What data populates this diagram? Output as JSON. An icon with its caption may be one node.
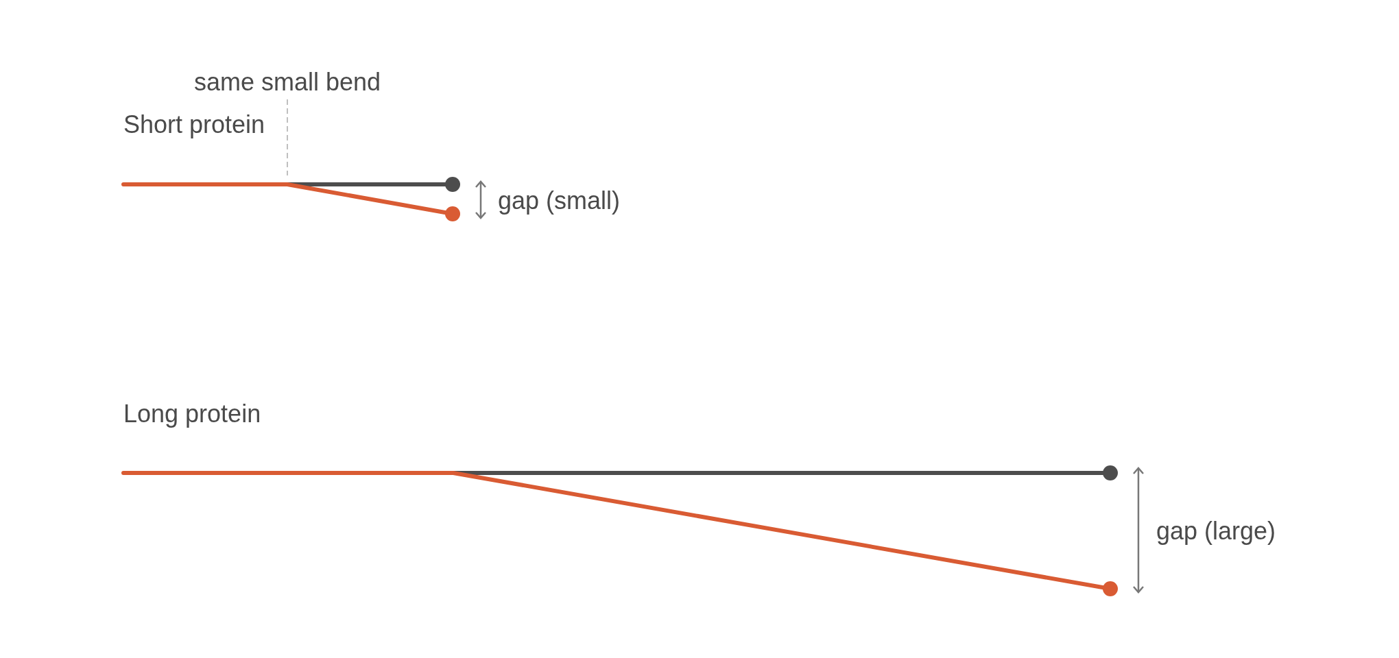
{
  "diagram": {
    "nodes": [
      {
        "text": [
          "same small bend"
        ]
      },
      {
        "text": [],
        "shape": "picture"
      }
    ],
    "edges": [
      {
        "from": 0,
        "to": 1,
        "arrow": "none",
        "style": "dashed"
      }
    ],
    "labels": [
      "Short protein",
      "gap (small)",
      "Long protein",
      "gap (large)"
    ]
  }
}
